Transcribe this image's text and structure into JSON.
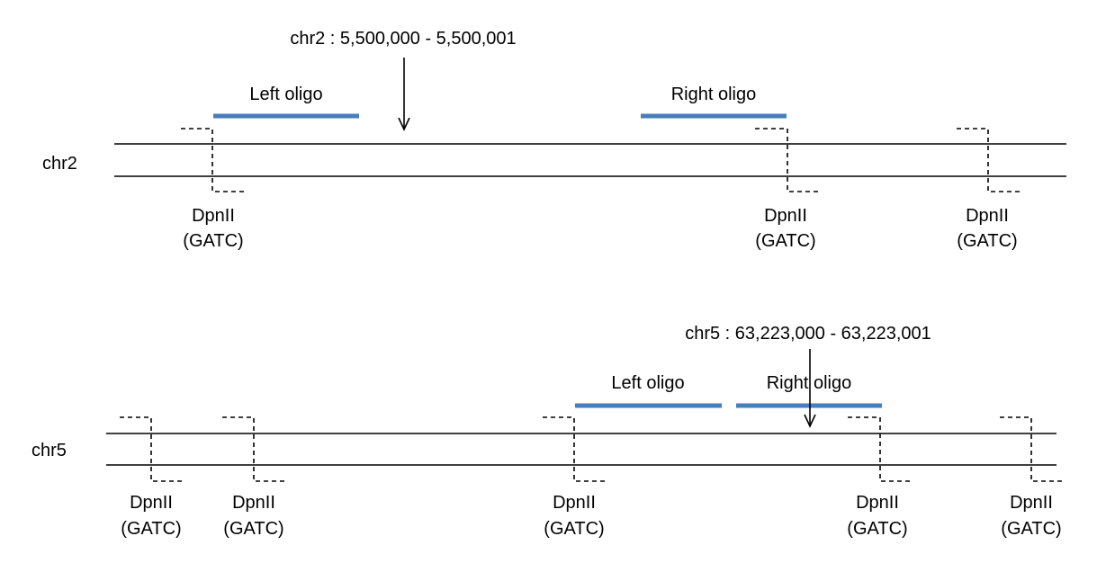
{
  "colors": {
    "oligo": "#4a7ebb",
    "line": "#000000"
  },
  "chr2": {
    "name": "chr2",
    "position_label": "chr2 : 5,500,000 - 5,500,001",
    "left_oligo": "Left oligo",
    "right_oligo": "Right oligo",
    "sites": [
      {
        "enzyme": "DpnII",
        "motif": "(GATC)"
      },
      {
        "enzyme": "DpnII",
        "motif": "(GATC)"
      },
      {
        "enzyme": "DpnII",
        "motif": "(GATC)"
      }
    ]
  },
  "chr5": {
    "name": "chr5",
    "position_label": "chr5 : 63,223,000 - 63,223,001",
    "left_oligo": "Left oligo",
    "right_oligo": "Right oligo",
    "sites": [
      {
        "enzyme": "DpnII",
        "motif": "(GATC)"
      },
      {
        "enzyme": "DpnII",
        "motif": "(GATC)"
      },
      {
        "enzyme": "DpnII",
        "motif": "(GATC)"
      },
      {
        "enzyme": "DpnII",
        "motif": "(GATC)"
      },
      {
        "enzyme": "DpnII",
        "motif": "(GATC)"
      }
    ]
  }
}
